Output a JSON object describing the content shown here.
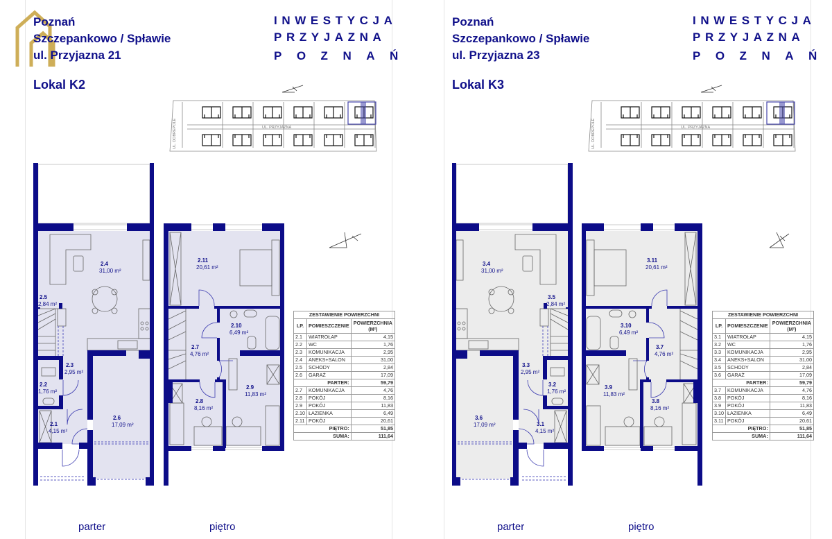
{
  "brand": {
    "line1": "INWESTYCJA",
    "line2": "PRZYJAZNA",
    "line3": "POZNAŃ"
  },
  "colors": {
    "navy": "#0c0c88",
    "logo_gold": "#c9a646"
  },
  "pages": [
    {
      "city": "Poznań",
      "district": "Szczepankowo / Spławie",
      "street": "ul. Przyjazna 21",
      "unit": "Lokal K2",
      "site_plan": {
        "street_h": "UL. PRZYJAZNA",
        "street_v": "UL. DOBREPOLE"
      },
      "floors": {
        "ground": "parter",
        "upper": "piętro"
      },
      "rooms": [
        {
          "no": "2.4",
          "area": "31,00 m²"
        },
        {
          "no": "2.5",
          "area": "2,84 m²"
        },
        {
          "no": "2.3",
          "area": "2,95 m²"
        },
        {
          "no": "2.2",
          "area": "1,76 m²"
        },
        {
          "no": "2.1",
          "area": "4,15 m²"
        },
        {
          "no": "2.6",
          "area": "17,09 m²"
        },
        {
          "no": "2.11",
          "area": "20,61 m²"
        },
        {
          "no": "2.10",
          "area": "6,49 m²"
        },
        {
          "no": "2.7",
          "area": "4,76 m²"
        },
        {
          "no": "2.9",
          "area": "11,83 m²"
        },
        {
          "no": "2.8",
          "area": "8,16 m²"
        }
      ],
      "table": {
        "title": "ZESTAWIENIE POWIERZCHNI",
        "col_lp": "LP.",
        "col_room": "POMIESZCZENIE",
        "col_area": "POWIERZCHNIA (M²)",
        "ground": [
          [
            "2.1",
            "WIATROŁAP",
            "4,15"
          ],
          [
            "2.2",
            "WC",
            "1,76"
          ],
          [
            "2.3",
            "KOMUNIKACJA",
            "2,95"
          ],
          [
            "2.4",
            "ANEKS+SALON",
            "31,00"
          ],
          [
            "2.5",
            "SCHODY",
            "2,84"
          ],
          [
            "2.6",
            "GARAŻ",
            "17,09"
          ]
        ],
        "ground_total_label": "PARTER:",
        "ground_total": "59,79",
        "upper": [
          [
            "2.7",
            "KOMUNIKACJA",
            "4,76"
          ],
          [
            "2.8",
            "POKÓJ",
            "8,16"
          ],
          [
            "2.9",
            "POKÓJ",
            "11,83"
          ],
          [
            "2.10",
            "ŁAZIENKA",
            "6,49"
          ],
          [
            "2.11",
            "POKÓJ",
            "20,61"
          ]
        ],
        "upper_total_label": "PIĘTRO:",
        "upper_total": "51,85",
        "sum_label": "SUMA:",
        "sum": "111,64"
      }
    },
    {
      "city": "Poznań",
      "district": "Szczepankowo / Spławie",
      "street": "ul. Przyjazna 23",
      "unit": "Lokal K3",
      "site_plan": {
        "street_h": "UL. PRZYJAZNA",
        "street_v": "UL. DOBREPOLE"
      },
      "floors": {
        "ground": "parter",
        "upper": "piętro"
      },
      "rooms": [
        {
          "no": "3.4",
          "area": "31,00 m²"
        },
        {
          "no": "3.5",
          "area": "2,84 m²"
        },
        {
          "no": "3.3",
          "area": "2,95 m²"
        },
        {
          "no": "3.2",
          "area": "1,76 m²"
        },
        {
          "no": "3.1",
          "area": "4,15 m²"
        },
        {
          "no": "3.6",
          "area": "17,09 m²"
        },
        {
          "no": "3.11",
          "area": "20,61 m²"
        },
        {
          "no": "3.10",
          "area": "6,49 m²"
        },
        {
          "no": "3.7",
          "area": "4,76 m²"
        },
        {
          "no": "3.9",
          "area": "11,83 m²"
        },
        {
          "no": "3.8",
          "area": "8,16 m²"
        }
      ],
      "table": {
        "title": "ZESTAWIENIE POWIERZCHNI",
        "col_lp": "LP.",
        "col_room": "POMIESZCZENIE",
        "col_area": "POWIERZCHNIA (M²)",
        "ground": [
          [
            "3.1",
            "WIATROŁAP",
            "4,15"
          ],
          [
            "3.2",
            "WC",
            "1,76"
          ],
          [
            "3.3",
            "KOMUNIKACJA",
            "2,95"
          ],
          [
            "3.4",
            "ANEKS+SALON",
            "31,00"
          ],
          [
            "3.5",
            "SCHODY",
            "2,84"
          ],
          [
            "3.6",
            "GARAŻ",
            "17,09"
          ]
        ],
        "ground_total_label": "PARTER:",
        "ground_total": "59,79",
        "upper": [
          [
            "3.7",
            "KOMUNIKACJA",
            "4,76"
          ],
          [
            "3.8",
            "POKÓJ",
            "8,16"
          ],
          [
            "3.9",
            "POKÓJ",
            "11,83"
          ],
          [
            "3.10",
            "ŁAZIENKA",
            "6,49"
          ],
          [
            "3.11",
            "POKÓJ",
            "20,61"
          ]
        ],
        "upper_total_label": "PIĘTRO:",
        "upper_total": "51,85",
        "sum_label": "SUMA:",
        "sum": "111,64"
      }
    }
  ]
}
